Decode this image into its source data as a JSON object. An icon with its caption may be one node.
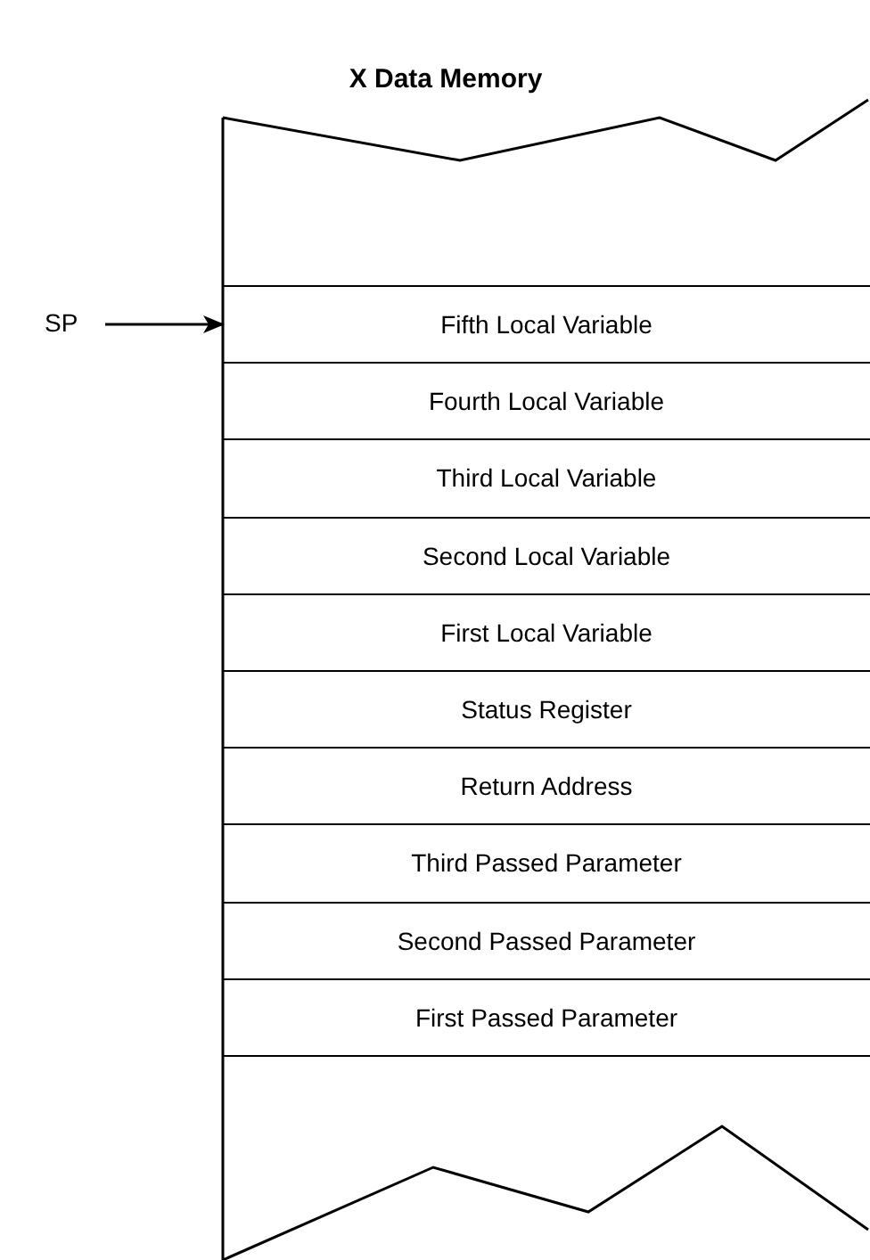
{
  "diagram": {
    "title": "X Data Memory",
    "nodes": [
      {
        "text": [
          "SP"
        ]
      },
      {
        "text": [
          "Fifth Local Variable"
        ]
      },
      {
        "text": [
          "Fourth Local Variable"
        ]
      },
      {
        "text": [
          "Third Local Variable"
        ]
      },
      {
        "text": [
          "Second Local Variable"
        ]
      },
      {
        "text": [
          "First Local Variable"
        ]
      },
      {
        "text": [
          "Status Register"
        ]
      },
      {
        "text": [
          "Return Address"
        ]
      },
      {
        "text": [
          "Third Passed Parameter"
        ]
      },
      {
        "text": [
          "Second Passed Parameter"
        ]
      },
      {
        "text": [
          "First Passed Parameter"
        ]
      }
    ],
    "edges": [
      {
        "from": 0,
        "to": 1,
        "arrow": "to"
      }
    ]
  }
}
